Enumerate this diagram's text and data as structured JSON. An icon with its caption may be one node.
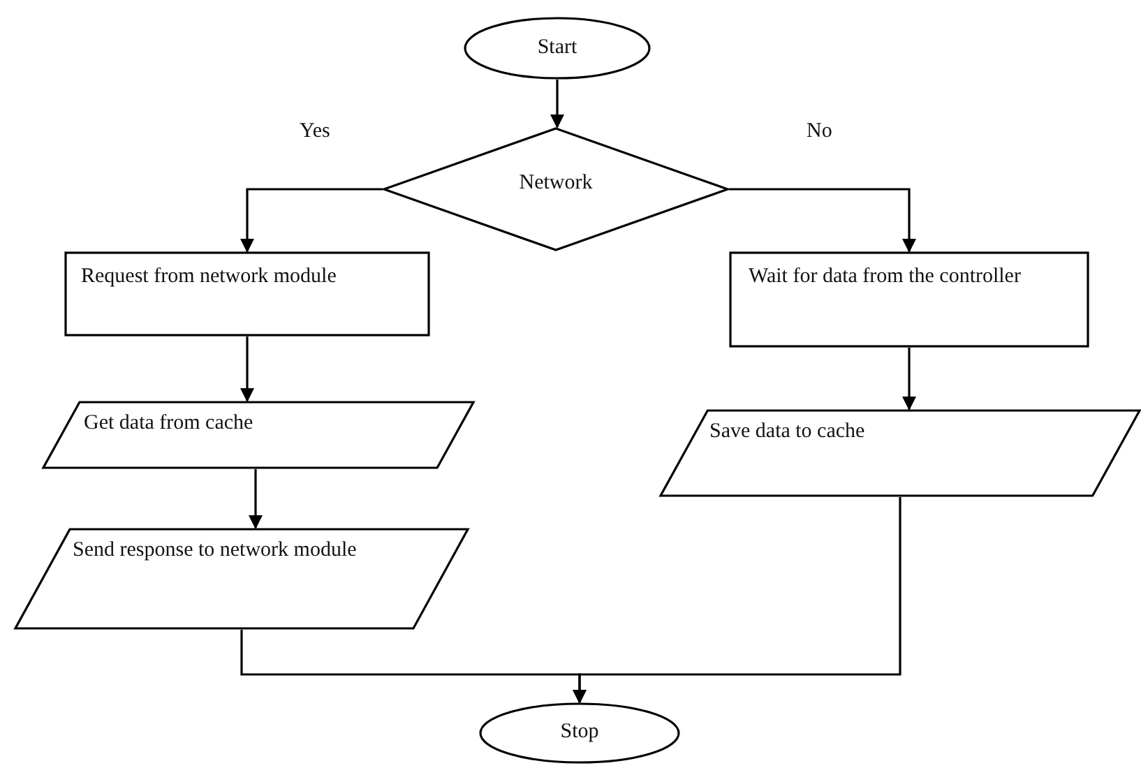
{
  "diagram": {
    "nodes": [
      {
        "text": [
          "Start"
        ]
      },
      {
        "text": [
          "Network"
        ]
      },
      {
        "text": [
          "Request from network module"
        ]
      },
      {
        "text": [
          "Wait for data from the controller"
        ]
      },
      {
        "text": [
          "Get data from cache"
        ]
      },
      {
        "text": [
          "Save data to cache"
        ]
      },
      {
        "text": [
          "Send response to network module"
        ]
      },
      {
        "text": [
          "Stop"
        ]
      }
    ],
    "edges": [
      {
        "from": 0,
        "to": 1,
        "arrow": "to"
      },
      {
        "from": 1,
        "to": 2,
        "arrow": "to",
        "label": "Yes"
      },
      {
        "from": 1,
        "to": 3,
        "arrow": "to",
        "label": "No"
      },
      {
        "from": 2,
        "to": 4,
        "arrow": "to"
      },
      {
        "from": 4,
        "to": 6,
        "arrow": "to"
      },
      {
        "from": 3,
        "to": 5,
        "arrow": "to"
      },
      {
        "from": 6,
        "to": 7,
        "arrow": "to"
      },
      {
        "from": 5,
        "to": 7,
        "arrow": "to"
      }
    ]
  }
}
